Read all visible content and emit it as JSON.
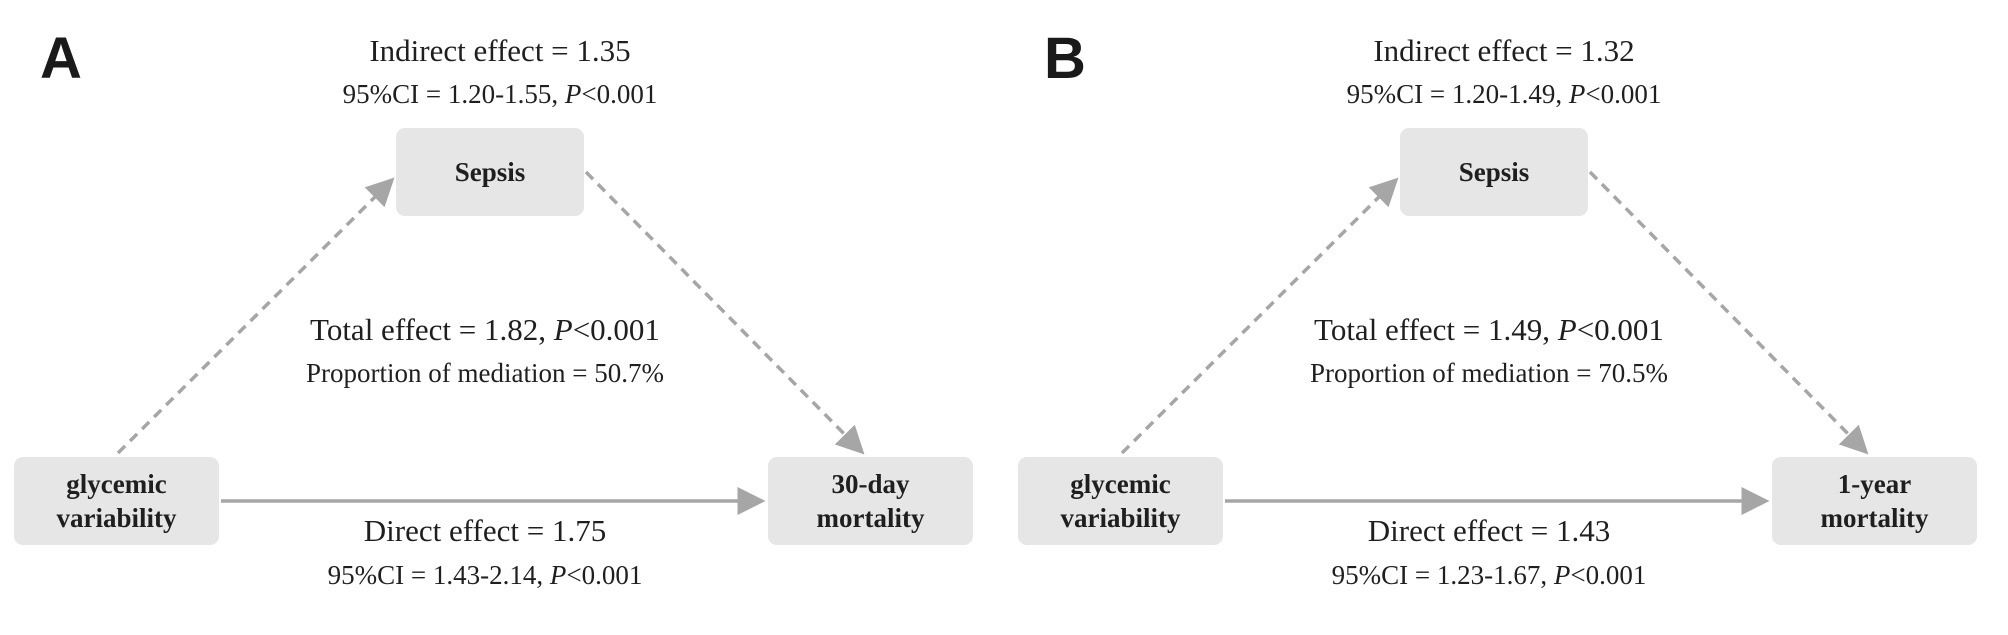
{
  "panels": [
    {
      "letter": "A",
      "mediator": "Sepsis",
      "exposure": [
        "glycemic",
        "variability"
      ],
      "outcome": [
        "30-day",
        "mortality"
      ],
      "indirect": {
        "title": "Indirect effect = 1.35",
        "ci": "95%CI = 1.20-1.55, ",
        "p_symbol": "P",
        "p_value": "<0.001"
      },
      "total": {
        "title": "Total effect = 1.82, ",
        "p_symbol": "P",
        "p_value": "<0.001",
        "proportion": "Proportion of mediation = 50.7%"
      },
      "direct": {
        "title": "Direct effect = 1.75",
        "ci": "95%CI = 1.43-2.14, ",
        "p_symbol": "P",
        "p_value": "<0.001"
      }
    },
    {
      "letter": "B",
      "mediator": "Sepsis",
      "exposure": [
        "glycemic",
        "variability"
      ],
      "outcome": [
        "1-year",
        "mortality"
      ],
      "indirect": {
        "title": "Indirect effect = 1.32",
        "ci": "95%CI = 1.20-1.49, ",
        "p_symbol": "P",
        "p_value": "<0.001"
      },
      "total": {
        "title": "Total effect = 1.49, ",
        "p_symbol": "P",
        "p_value": "<0.001",
        "proportion": "Proportion of mediation = 70.5%"
      },
      "direct": {
        "title": "Direct effect = 1.43",
        "ci": "95%CI = 1.23-1.67, ",
        "p_symbol": "P",
        "p_value": "<0.001"
      }
    }
  ],
  "colors": {
    "node_fill": "#e6e6e6",
    "arrow": "#a6a6a6",
    "text": "#1f1f1f"
  }
}
